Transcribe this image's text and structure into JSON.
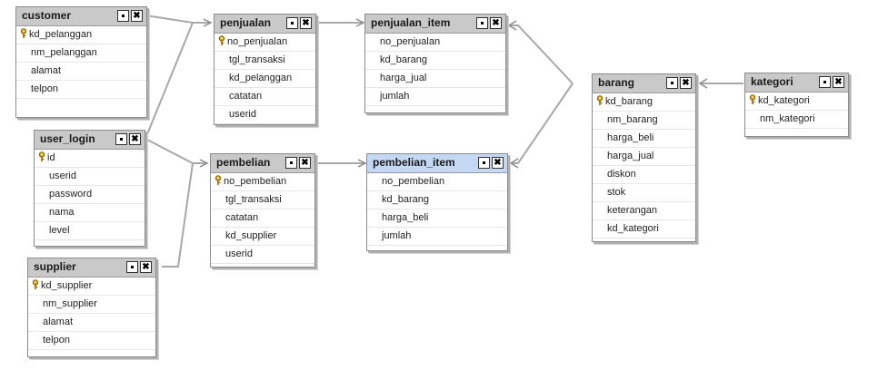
{
  "tables": {
    "customer": {
      "title": "customer",
      "columns": [
        {
          "name": "kd_pelanggan",
          "pk": true
        },
        {
          "name": "nm_pelanggan"
        },
        {
          "name": "alamat"
        },
        {
          "name": "telpon"
        }
      ]
    },
    "user_login": {
      "title": "user_login",
      "columns": [
        {
          "name": "id",
          "pk": true
        },
        {
          "name": "userid"
        },
        {
          "name": "password"
        },
        {
          "name": "nama"
        },
        {
          "name": "level"
        }
      ]
    },
    "supplier": {
      "title": "supplier",
      "columns": [
        {
          "name": "kd_supplier",
          "pk": true
        },
        {
          "name": "nm_supplier"
        },
        {
          "name": "alamat"
        },
        {
          "name": "telpon"
        }
      ]
    },
    "penjualan": {
      "title": "penjualan",
      "columns": [
        {
          "name": "no_penjualan",
          "pk": true
        },
        {
          "name": "tgl_transaksi"
        },
        {
          "name": "kd_pelanggan"
        },
        {
          "name": "catatan"
        },
        {
          "name": "userid"
        }
      ]
    },
    "pembelian": {
      "title": "pembelian",
      "columns": [
        {
          "name": "no_pembelian",
          "pk": true
        },
        {
          "name": "tgl_transaksi"
        },
        {
          "name": "catatan"
        },
        {
          "name": "kd_supplier"
        },
        {
          "name": "userid"
        }
      ]
    },
    "penjualan_item": {
      "title": "penjualan_item",
      "columns": [
        {
          "name": "no_penjualan"
        },
        {
          "name": "kd_barang"
        },
        {
          "name": "harga_jual"
        },
        {
          "name": "jumlah"
        }
      ]
    },
    "pembelian_item": {
      "title": "pembelian_item",
      "columns": [
        {
          "name": "no_pembelian"
        },
        {
          "name": "kd_barang"
        },
        {
          "name": "harga_beli"
        },
        {
          "name": "jumlah"
        }
      ]
    },
    "barang": {
      "title": "barang",
      "columns": [
        {
          "name": "kd_barang",
          "pk": true
        },
        {
          "name": "nm_barang"
        },
        {
          "name": "harga_beli"
        },
        {
          "name": "harga_jual"
        },
        {
          "name": "diskon"
        },
        {
          "name": "stok"
        },
        {
          "name": "keterangan"
        },
        {
          "name": "kd_kategori"
        }
      ]
    },
    "kategori": {
      "title": "kategori",
      "columns": [
        {
          "name": "kd_kategori",
          "pk": true
        },
        {
          "name": "nm_kategori"
        }
      ]
    }
  },
  "selected_table": "pembelian_item",
  "colors": {
    "header": "#c9c9c9",
    "header_selected": "#c5d8f3",
    "link": "#a8a8a8",
    "key": "#d4a017"
  }
}
